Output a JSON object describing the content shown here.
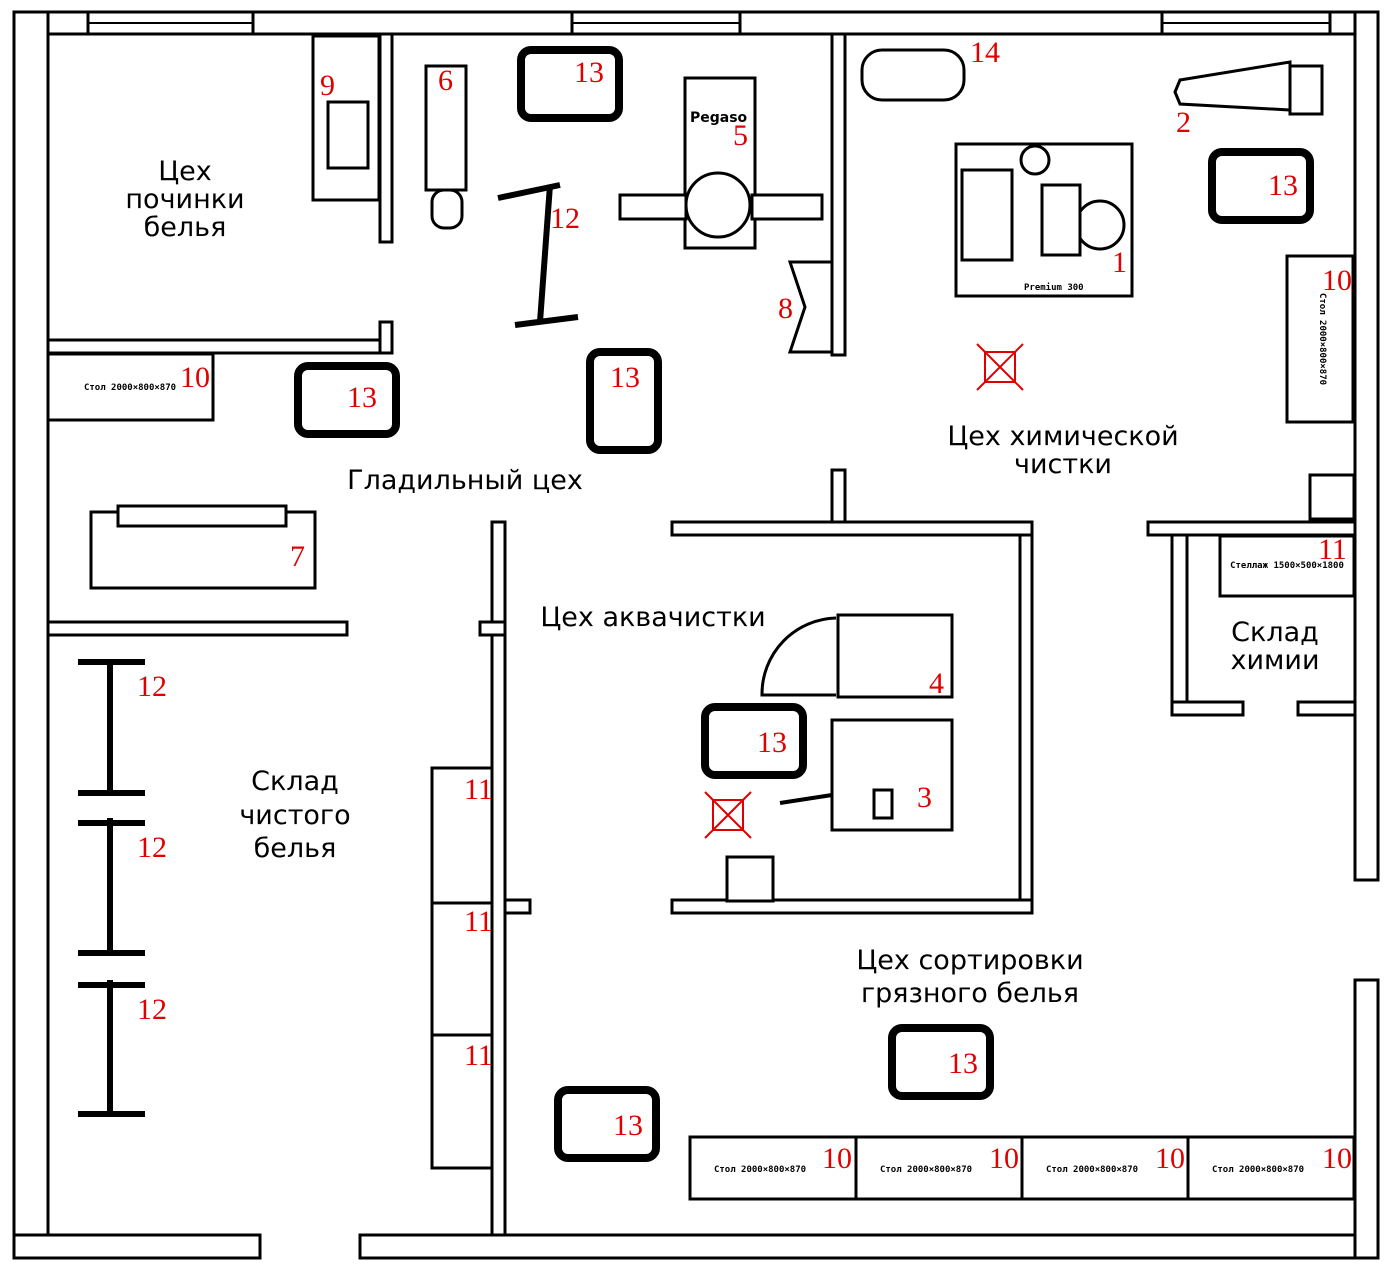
{
  "rooms": {
    "repair": [
      "Цех",
      "починки",
      "белья"
    ],
    "ironing": [
      "Гладильный цех"
    ],
    "dry_cleaning": [
      "Цех химической",
      "чистки"
    ],
    "aqua": [
      "Цех аквачистки"
    ],
    "chem_store": [
      "Склад",
      "химии"
    ],
    "clean_store": [
      "Склад",
      "чистого",
      "белья"
    ],
    "sorting": [
      "Цех сортировки",
      "грязного белья"
    ]
  },
  "equipment_labels": {
    "dry_machine": "Premium 300",
    "press": "Pegaso",
    "table": "Стол 2000×800×870",
    "rack": "Стеллаж 1500×500×1800"
  },
  "numbers": [
    "9",
    "6",
    "13",
    "5",
    "14",
    "2",
    "13",
    "12",
    "1",
    "10",
    "8",
    "10",
    "13",
    "13",
    "7",
    "11",
    "4",
    "12",
    "13",
    "3",
    "11",
    "12",
    "11",
    "12",
    "11",
    "13",
    "13",
    "10",
    "10",
    "10",
    "10"
  ],
  "colors": {
    "number": "#e00000",
    "wall": "#000000"
  }
}
